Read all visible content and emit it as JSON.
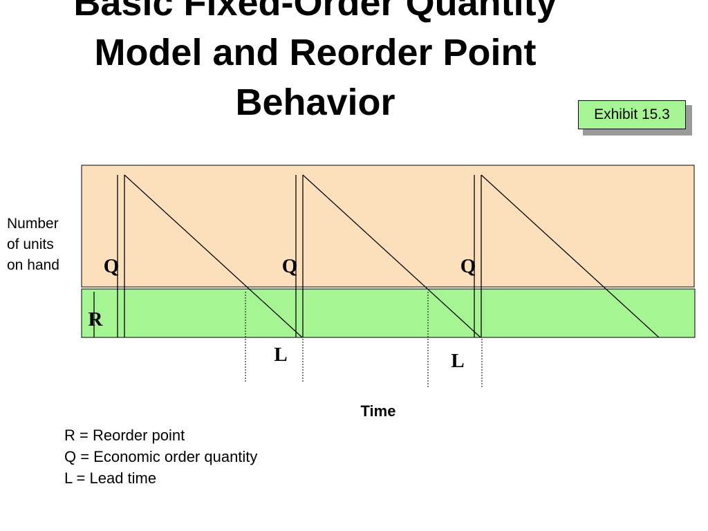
{
  "title": {
    "line1": "Basic Fixed-Order Quantity",
    "line2": "Model and Reorder Point",
    "line3": "Behavior"
  },
  "exhibit_badge": "Exhibit 15.3",
  "y_axis_label": {
    "line1": "Number",
    "line2": "of units",
    "line3": "on hand"
  },
  "x_axis_label": "Time",
  "diagram_labels": {
    "q": "Q",
    "r": "R",
    "l": "L"
  },
  "legend": {
    "r": "R = Reorder point",
    "q": "Q = Economic order quantity",
    "l": "L = Lead time"
  },
  "colors": {
    "inventory_band": "#fbe0bb",
    "reorder_band": "#a6f593",
    "badge_bg": "#a6f593"
  }
}
